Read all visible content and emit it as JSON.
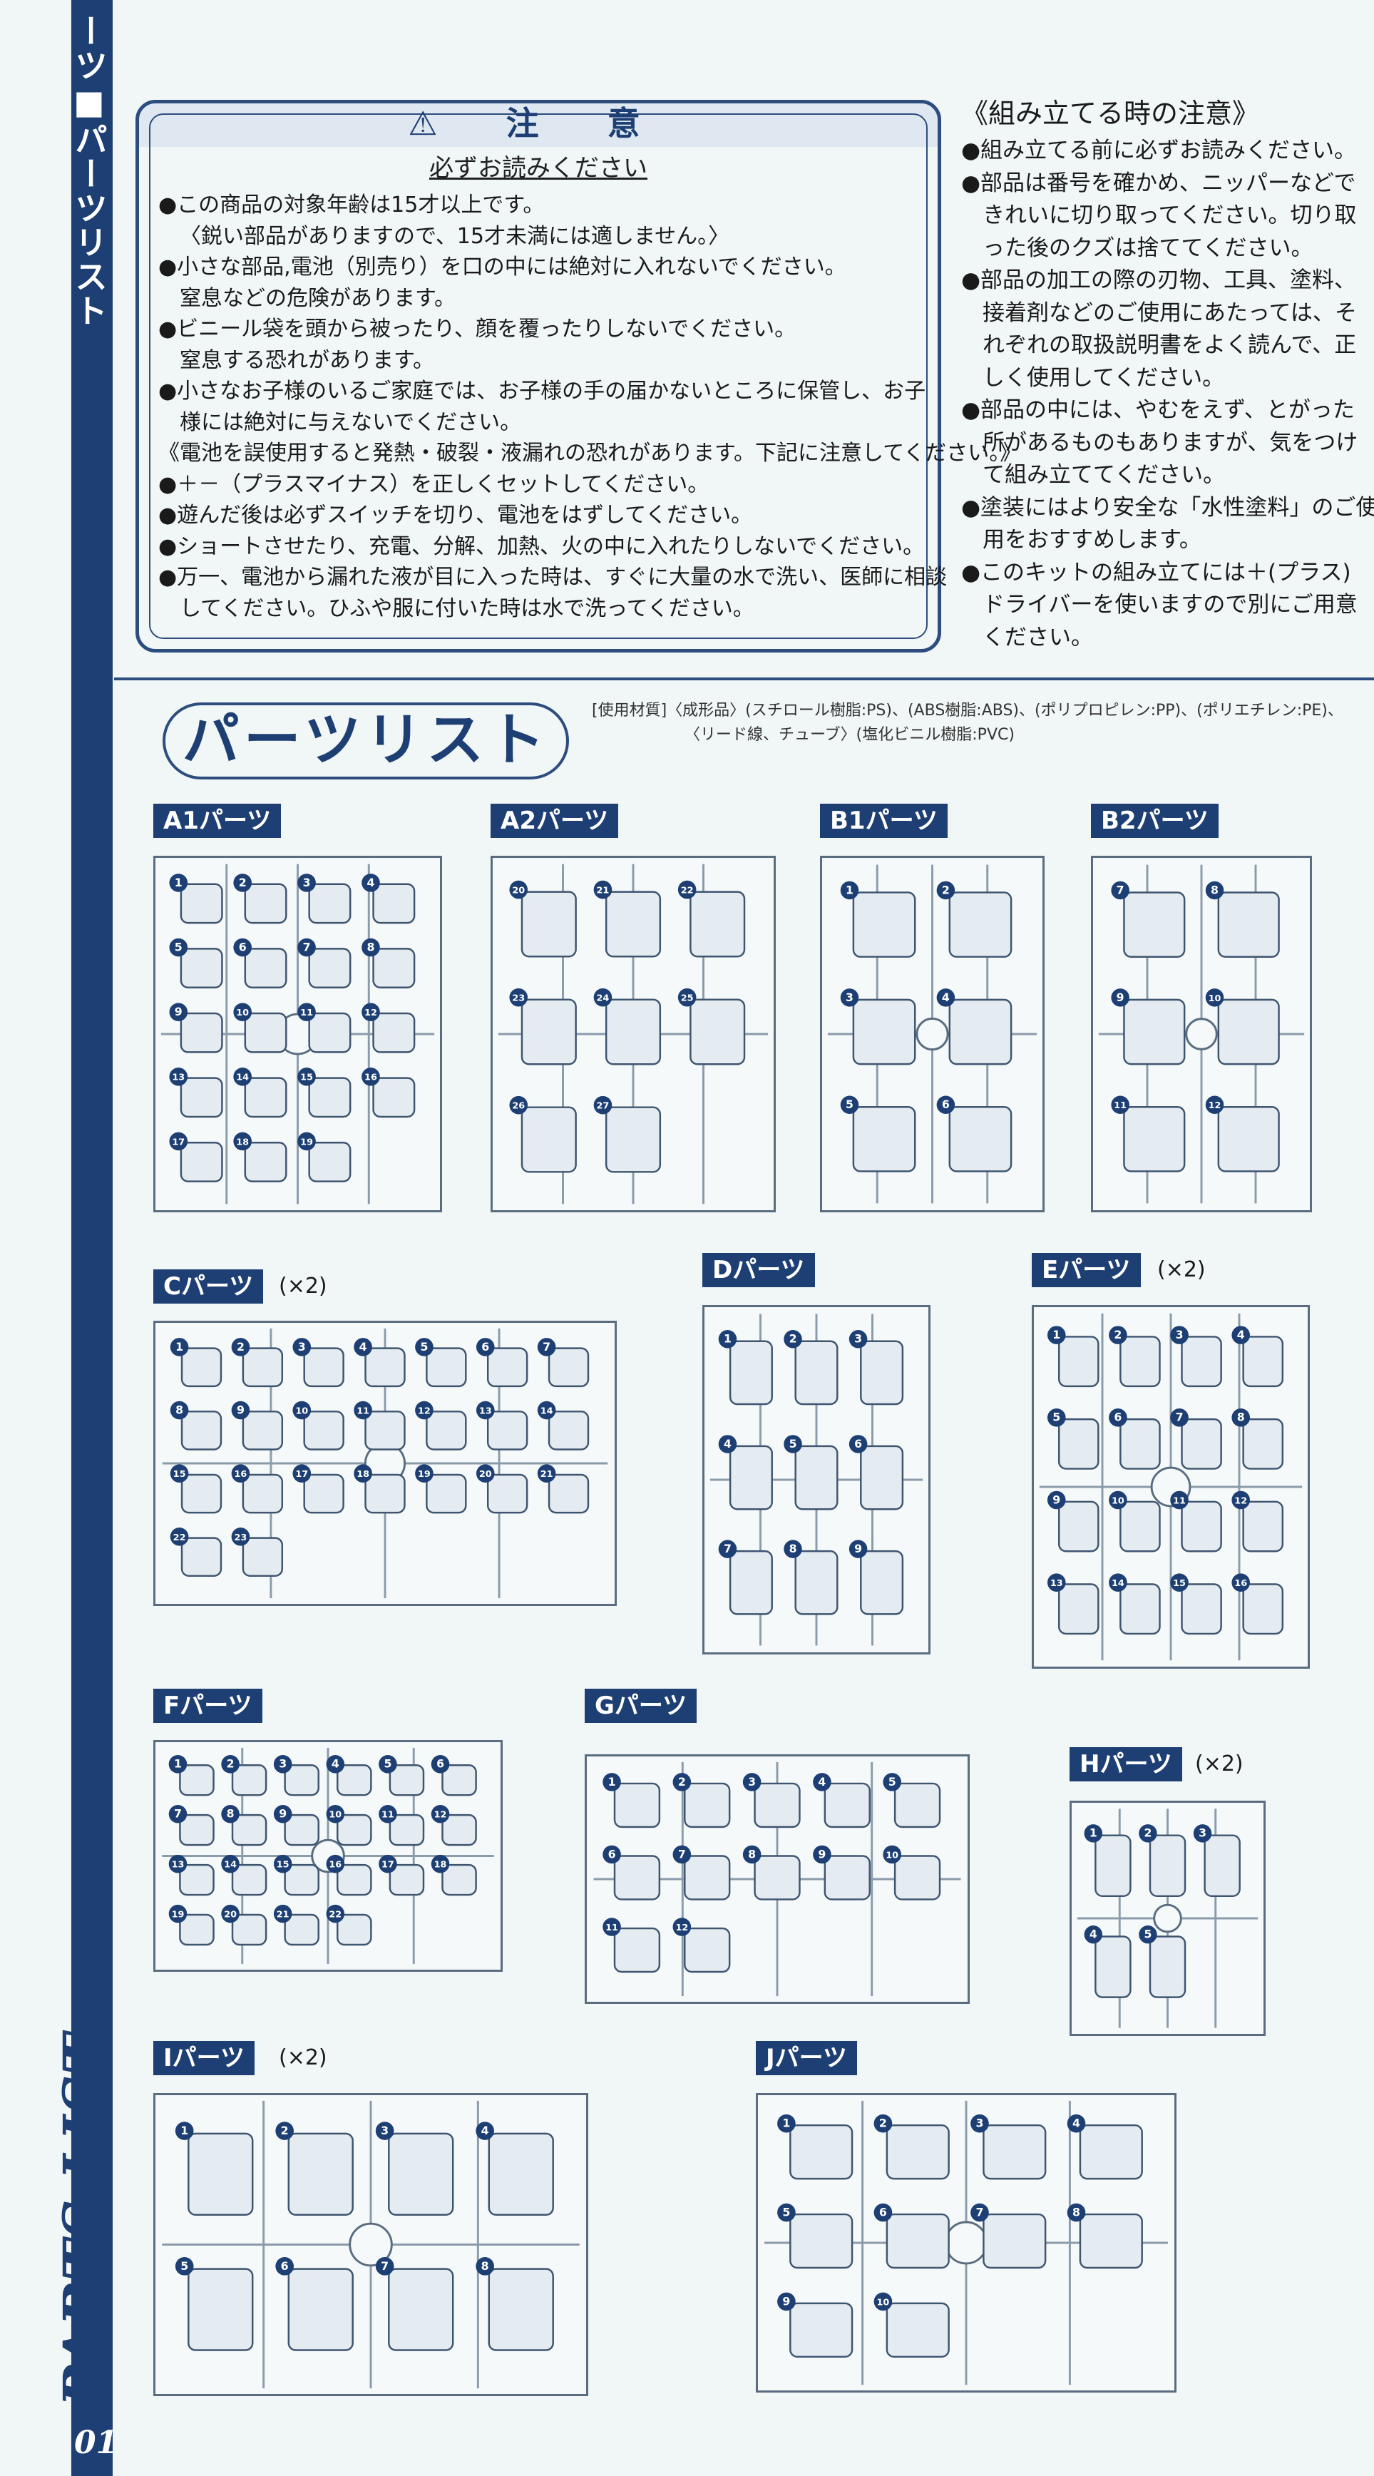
{
  "sidebar": {
    "jp": "ーツ■パーツリスト",
    "en": "PARTS LIST",
    "page": "01"
  },
  "warning": {
    "title": "⚠ 注 意",
    "subtitle": "必ずお読みください",
    "lines": [
      "●この商品の対象年齢は15才以上です。",
      "〈鋭い部品がありますので、15才未満には適しません。〉",
      "●小さな部品,電池（別売り）を口の中には絶対に入れないでください。",
      "窒息などの危険があります。",
      "●ビニール袋を頭から被ったり、顔を覆ったりしないでください。",
      "窒息する恐れがあります。",
      "●小さなお子様のいるご家庭では、お子様の手の届かないところに保管し、お子",
      "様には絶対に与えないでください。",
      "《電池を誤使用すると発熱・破裂・液漏れの恐れがあります。下記に注意してください。》",
      "●＋－（プラスマイナス）を正しくセットしてください。",
      "●遊んだ後は必ずスイッチを切り、電池をはずしてください。",
      "●ショートさせたり、充電、分解、加熱、火の中に入れたりしないでください。",
      "●万一、電池から漏れた液が目に入った時は、すぐに大量の水で洗い、医師に相談",
      "してください。ひふや服に付いた時は水で洗ってください。"
    ]
  },
  "assembly": {
    "title": "《組み立てる時の注意》",
    "lines": [
      "●組み立てる前に必ずお読みください。",
      "●部品は番号を確かめ、ニッパーなどで",
      "きれいに切り取ってください。切り取",
      "った後のクズは捨ててください。",
      "●部品の加工の際の刃物、工具、塗料、",
      "接着剤などのご使用にあたっては、そ",
      "れぞれの取扱説明書をよく読んで、正",
      "しく使用してください。",
      "●部品の中には、やむをえず、とがった",
      "所があるものもありますが、気をつけ",
      "て組み立ててください。",
      "●塗装にはより安全な「水性塗料」のご使",
      "用をおすすめします。",
      "●このキットの組み立てには＋(プラス)",
      "ドライバーを使いますので別にご用意",
      "ください。"
    ]
  },
  "parts_list": {
    "title": "パーツリスト",
    "materials": [
      "[使用材質]〈成形品〉(スチロール樹脂:PS)、(ABS樹脂:ABS)、(ポリプロピレン:PP)、(ポリエチレン:PE)、",
      "〈リード線、チューブ〉(塩化ビニル樹脂:PVC)"
    ]
  },
  "runners": [
    {
      "label": "A1パーツ",
      "multiplier": "",
      "numbers": [
        "1",
        "2",
        "3",
        "4",
        "5",
        "6",
        "7",
        "8",
        "9",
        "10",
        "11",
        "12",
        "13",
        "14",
        "15",
        "16",
        "17",
        "18",
        "19"
      ]
    },
    {
      "label": "A2パーツ",
      "multiplier": "",
      "numbers": [
        "20",
        "21",
        "22",
        "23",
        "24",
        "25",
        "26",
        "27"
      ]
    },
    {
      "label": "B1パーツ",
      "multiplier": "",
      "numbers": [
        "1",
        "2",
        "3",
        "4",
        "5",
        "6"
      ]
    },
    {
      "label": "B2パーツ",
      "multiplier": "",
      "numbers": [
        "7",
        "8",
        "9",
        "10",
        "11",
        "12"
      ]
    },
    {
      "label": "Cパーツ",
      "multiplier": "(×2)",
      "numbers": [
        "1",
        "2",
        "3",
        "4",
        "5",
        "6",
        "7",
        "8",
        "9",
        "10",
        "11",
        "12",
        "13",
        "14",
        "15",
        "16",
        "17",
        "18",
        "19",
        "20",
        "21",
        "22",
        "23"
      ]
    },
    {
      "label": "Dパーツ",
      "multiplier": "",
      "numbers": [
        "1",
        "2",
        "3",
        "4",
        "5",
        "6",
        "7",
        "8",
        "9"
      ]
    },
    {
      "label": "Eパーツ",
      "multiplier": "(×2)",
      "numbers": [
        "1",
        "2",
        "3",
        "4",
        "5",
        "6",
        "7",
        "8",
        "9",
        "10",
        "11",
        "12",
        "13",
        "14",
        "15",
        "16"
      ]
    },
    {
      "label": "Fパーツ",
      "multiplier": "",
      "numbers": [
        "1",
        "2",
        "3",
        "4",
        "5",
        "6",
        "7",
        "8",
        "9",
        "10",
        "11",
        "12",
        "13",
        "14",
        "15",
        "16",
        "17",
        "18",
        "19",
        "20",
        "21",
        "22"
      ]
    },
    {
      "label": "Gパーツ",
      "multiplier": "",
      "numbers": [
        "1",
        "2",
        "3",
        "4",
        "5",
        "6",
        "7",
        "8",
        "9",
        "10",
        "11",
        "12"
      ]
    },
    {
      "label": "Hパーツ",
      "multiplier": "(×2)",
      "numbers": [
        "1",
        "2",
        "3",
        "4",
        "5"
      ]
    },
    {
      "label": "Iパーツ",
      "multiplier": "(×2)",
      "numbers": [
        "1",
        "2",
        "3",
        "4",
        "5",
        "6",
        "7",
        "8"
      ]
    },
    {
      "label": "Jパーツ",
      "multiplier": "",
      "numbers": [
        "1",
        "2",
        "3",
        "4",
        "5",
        "6",
        "7",
        "8",
        "9",
        "10"
      ]
    }
  ]
}
